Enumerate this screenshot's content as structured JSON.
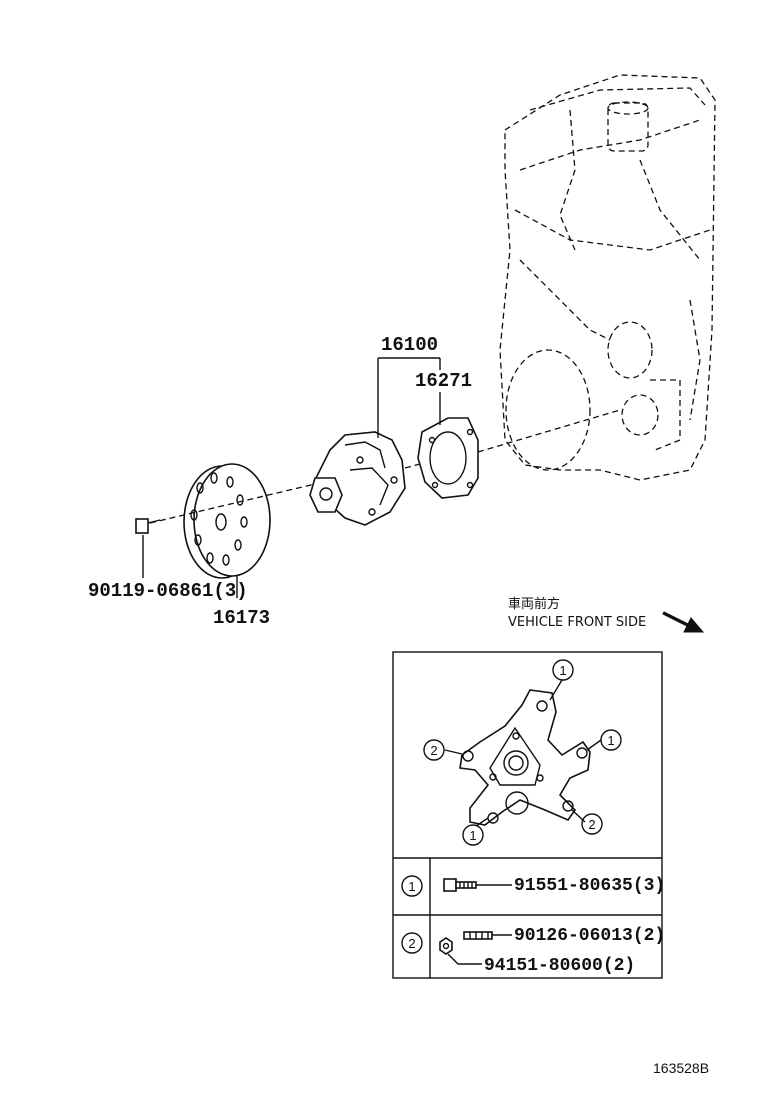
{
  "parts": {
    "water_pump_assy": "16100",
    "gasket": "16271",
    "pulley": "16173",
    "pulley_bolt": "90119-06861(3)"
  },
  "direction": {
    "japanese": "車両前方",
    "english": "VEHICLE FRONT SIDE"
  },
  "detail": {
    "callouts": [
      "1",
      "2"
    ],
    "rows": [
      {
        "marker": "1",
        "parts": [
          "91551-80635(3)"
        ]
      },
      {
        "marker": "2",
        "parts": [
          "90126-06013(2)",
          "94151-80600(2)"
        ]
      }
    ]
  },
  "figure_id": "163528B"
}
